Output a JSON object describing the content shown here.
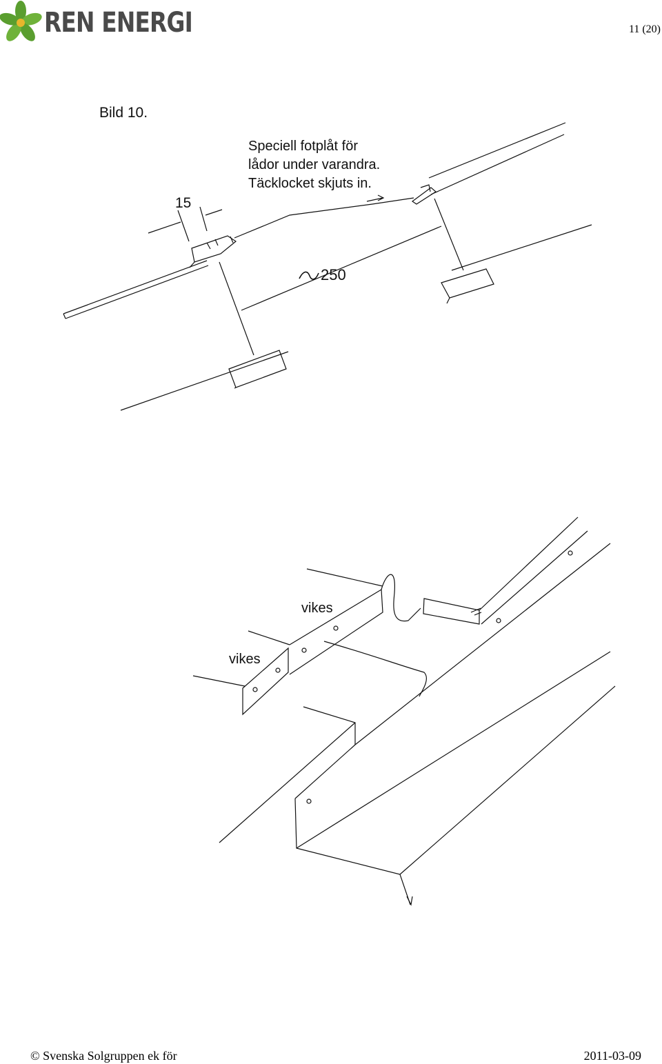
{
  "header": {
    "logo_text": "REN ENERGI",
    "logo_icon": "flower-logo-icon",
    "page_number": "11 (20)"
  },
  "figure_top": {
    "title": "Bild 10.",
    "note_line1": "Speciell fotplåt för",
    "note_line2": "lådor under varandra.",
    "note_line3": "Täcklocket skjuts in.",
    "dim_gap": "15",
    "dim_distance": "250",
    "tilde_icon": "approx-tilde-icon"
  },
  "figure_bottom": {
    "fold_label_1": "vikes",
    "fold_label_2": "vikes"
  },
  "footer": {
    "copyright": "© Svenska Solgruppen ek för",
    "date": "2011-03-09"
  },
  "colors": {
    "logo_green": "#5a9e2f",
    "logo_gray": "#4a4a4a",
    "ink": "#111111"
  }
}
